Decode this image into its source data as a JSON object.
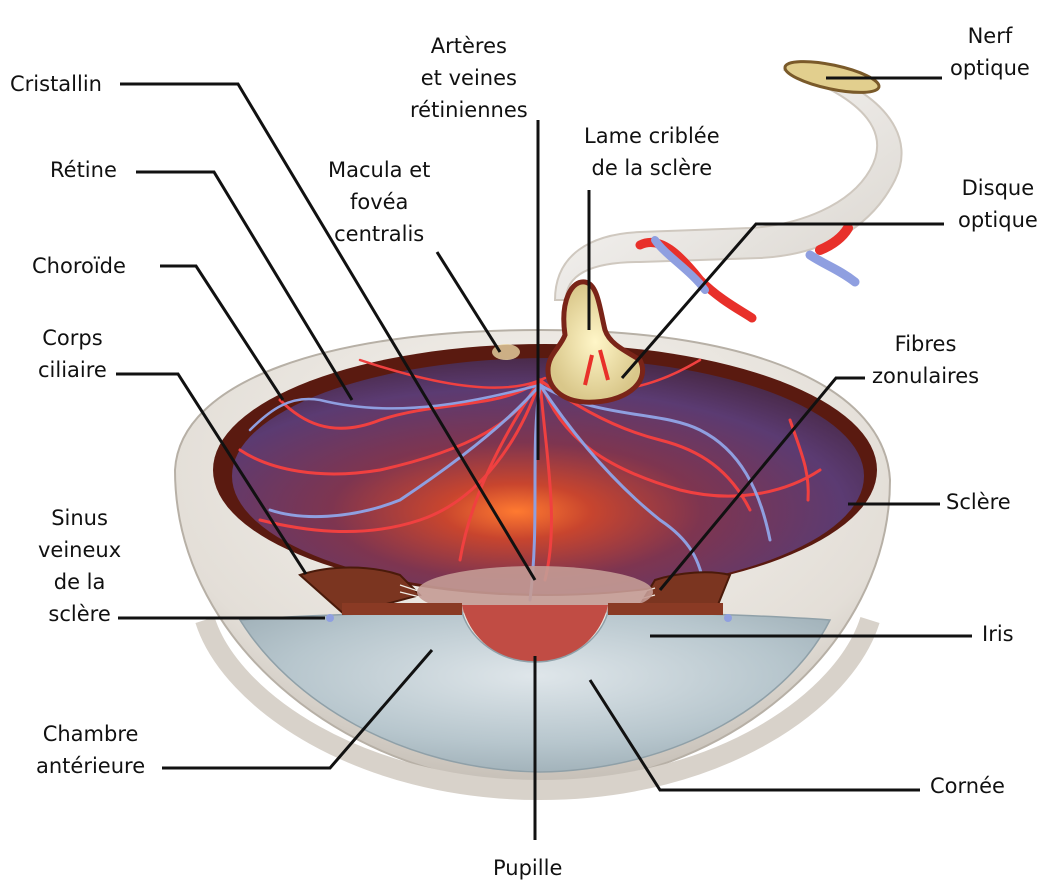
{
  "diagram": {
    "labels": {
      "cristallin": [
        "Cristallin"
      ],
      "retine": [
        "Rétine"
      ],
      "choroide": [
        "Choroïde"
      ],
      "corps_ciliaire": [
        "Corps",
        "ciliaire"
      ],
      "sinus": [
        "Sinus",
        "veineux",
        "de la",
        "sclère"
      ],
      "chambre": [
        "Chambre",
        "antérieure"
      ],
      "arteres": [
        "Artères",
        "et veines",
        "rétiniennes"
      ],
      "macula": [
        "Macula et",
        "fovéa",
        "centralis"
      ],
      "lame": [
        "Lame criblée",
        "de la sclère"
      ],
      "nerf": [
        "Nerf",
        "optique"
      ],
      "disque": [
        "Disque",
        "optique"
      ],
      "fibres": [
        "Fibres",
        "zonulaires"
      ],
      "sclere": [
        "Sclère"
      ],
      "iris": [
        "Iris"
      ],
      "cornee": [
        "Cornée"
      ],
      "pupille": [
        "Pupille"
      ]
    },
    "colors": {
      "sclera": "#ece8e2",
      "retina": "#7a2418",
      "choroid_inner": "#5a3a6a",
      "artery": "#e8302a",
      "vein": "#8f9fe0",
      "cornea": "#c9d6dc",
      "lens": "#c8554a",
      "nerve": "#efece7",
      "leader": "#111111"
    }
  }
}
